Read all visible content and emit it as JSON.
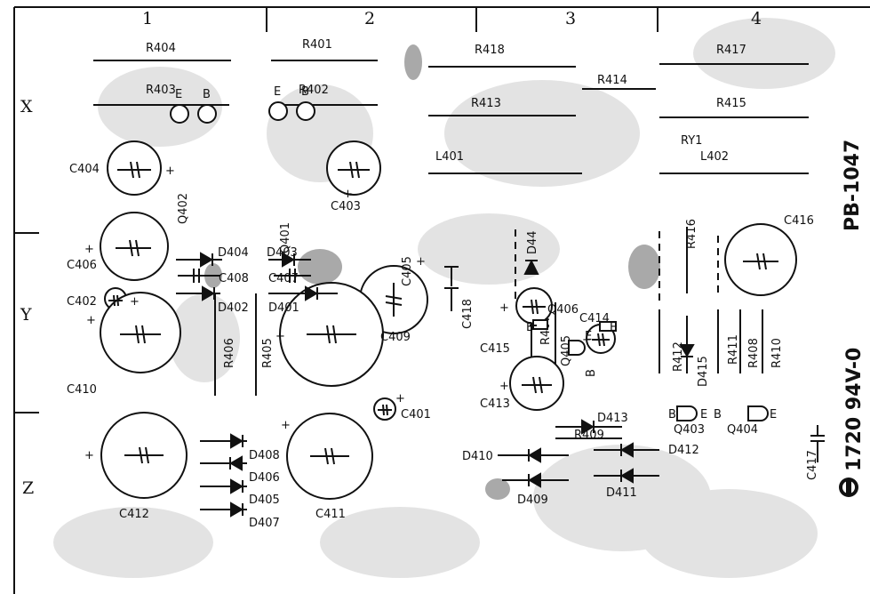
{
  "columns": [
    "1",
    "2",
    "3",
    "4"
  ],
  "rows": [
    "X",
    "Y",
    "Z"
  ],
  "side_text": {
    "board_id": "PB-1047",
    "rating": "1720 94V-0"
  },
  "resistors": {
    "r404": "R404",
    "r401": "R401",
    "r418": "R418",
    "r417": "R417",
    "r403": "R403",
    "r402": "R402",
    "r413": "R413",
    "r414": "R414",
    "r415": "R415",
    "r406": "R406",
    "r405": "R405",
    "r407": "R407",
    "r409": "R409",
    "r416": "R416",
    "r412": "R412",
    "r411": "R411",
    "r408": "R408",
    "r410": "R410"
  },
  "inductors": {
    "l401": "L401",
    "l402": "L402"
  },
  "relay": {
    "ry1": "RY1"
  },
  "capacitors": {
    "c404": "C404",
    "c403": "C403",
    "c416": "C416",
    "c406": "C406",
    "c405": "C405",
    "c408": "C408",
    "c407": "C407",
    "c418": "C418",
    "c402": "C402",
    "c410": "C410",
    "c409": "C409",
    "c415": "C415",
    "c414": "C414",
    "c413": "C413",
    "c401": "C401",
    "c412": "C412",
    "c411": "C411",
    "c417": "C417"
  },
  "diodes": {
    "d404": "D404",
    "d403": "D403",
    "d402": "D402",
    "d401": "D401",
    "d44": "D44",
    "d415": "D415",
    "d413": "D413",
    "d408": "D408",
    "d406": "D406",
    "d405": "D405",
    "d407": "D407",
    "d410": "D410",
    "d409": "D409",
    "d412": "D412",
    "d411": "D411"
  },
  "transistors": {
    "q402": "Q402",
    "q401": "Q401",
    "q406": "Q406",
    "q405": "Q405",
    "q403": "Q403",
    "q404": "Q404"
  },
  "pins": {
    "e": "E",
    "b": "B"
  },
  "polarity": "+"
}
